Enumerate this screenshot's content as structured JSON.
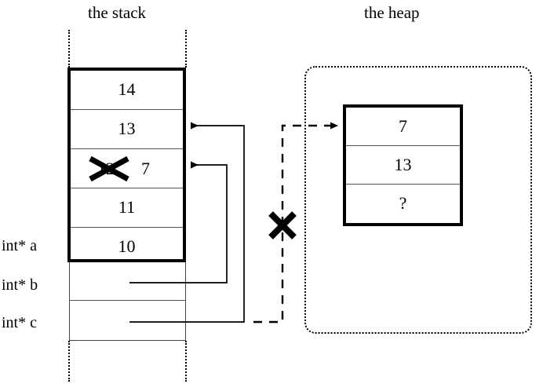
{
  "titles": {
    "stack": "the stack",
    "heap": "the heap"
  },
  "stack": {
    "frame_rows": [
      {
        "value": "14"
      },
      {
        "value": "13"
      },
      {
        "value": "12",
        "replaced_by": "7",
        "struck": true
      },
      {
        "value": "11"
      },
      {
        "value": "10"
      }
    ],
    "pointer_rows": [
      {
        "label": "int* a",
        "value": ""
      },
      {
        "label": "int* b",
        "value": ""
      },
      {
        "label": "int* c",
        "value": ""
      }
    ],
    "labels": {
      "a": "int* a",
      "b": "int* b",
      "c": "int* c"
    }
  },
  "heap": {
    "rows": [
      {
        "value": "7"
      },
      {
        "value": "13"
      },
      {
        "value": "?"
      }
    ]
  },
  "annotations": {
    "dead_pointer_mark": "X",
    "struck_value_mark": "X"
  },
  "colors": {
    "ink": "#000000",
    "background": "#ffffff",
    "thin_rule": "#555555"
  }
}
